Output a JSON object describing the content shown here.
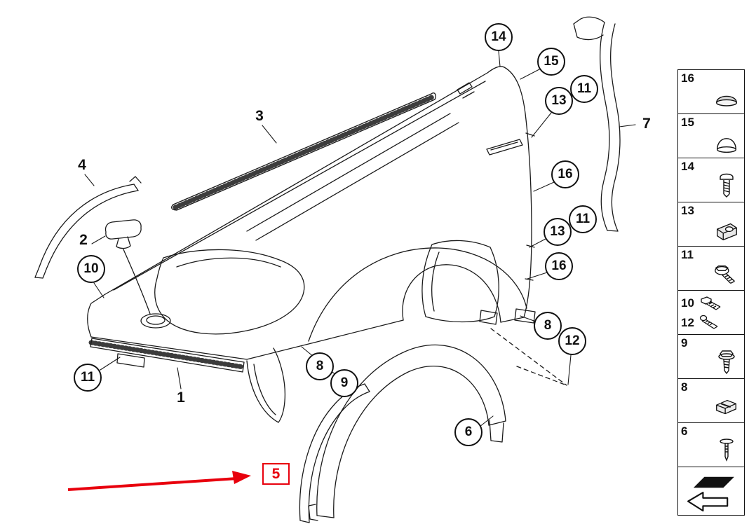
{
  "diagram": {
    "background": "#ffffff",
    "line_color": "#1a1a1a",
    "accent_color": "#e8000d",
    "circled_callouts": [
      {
        "label": "14"
      },
      {
        "label": "15"
      },
      {
        "label": "13"
      },
      {
        "label": "11"
      },
      {
        "label": "16"
      },
      {
        "label": "11"
      },
      {
        "label": "13"
      },
      {
        "label": "16"
      },
      {
        "label": "8"
      },
      {
        "label": "12"
      },
      {
        "label": "8"
      },
      {
        "label": "9"
      },
      {
        "label": "6"
      },
      {
        "label": "10"
      },
      {
        "label": "11"
      }
    ],
    "plain_callouts": [
      {
        "label": "1"
      },
      {
        "label": "2"
      },
      {
        "label": "3"
      },
      {
        "label": "4"
      },
      {
        "label": "7"
      }
    ],
    "highlighted_callout": {
      "label": "5"
    }
  },
  "legend": {
    "items": [
      {
        "label": "16",
        "icon": "cover-cap"
      },
      {
        "label": "15",
        "icon": "dome-cap"
      },
      {
        "label": "14",
        "icon": "pan-head-screw"
      },
      {
        "label": "13",
        "icon": "clip-nut"
      },
      {
        "label": "11",
        "icon": "flange-bolt"
      },
      {
        "label": "10",
        "label2": "12",
        "icon": "hex-flange-screw",
        "icon2": "tapping-screw"
      },
      {
        "label": "9",
        "icon": "washer-head-screw"
      },
      {
        "label": "8",
        "icon": "clamp-clip"
      },
      {
        "label": "6",
        "icon": "expansion-rivet"
      },
      {
        "label": "",
        "icon": "direction-arrow"
      }
    ]
  }
}
